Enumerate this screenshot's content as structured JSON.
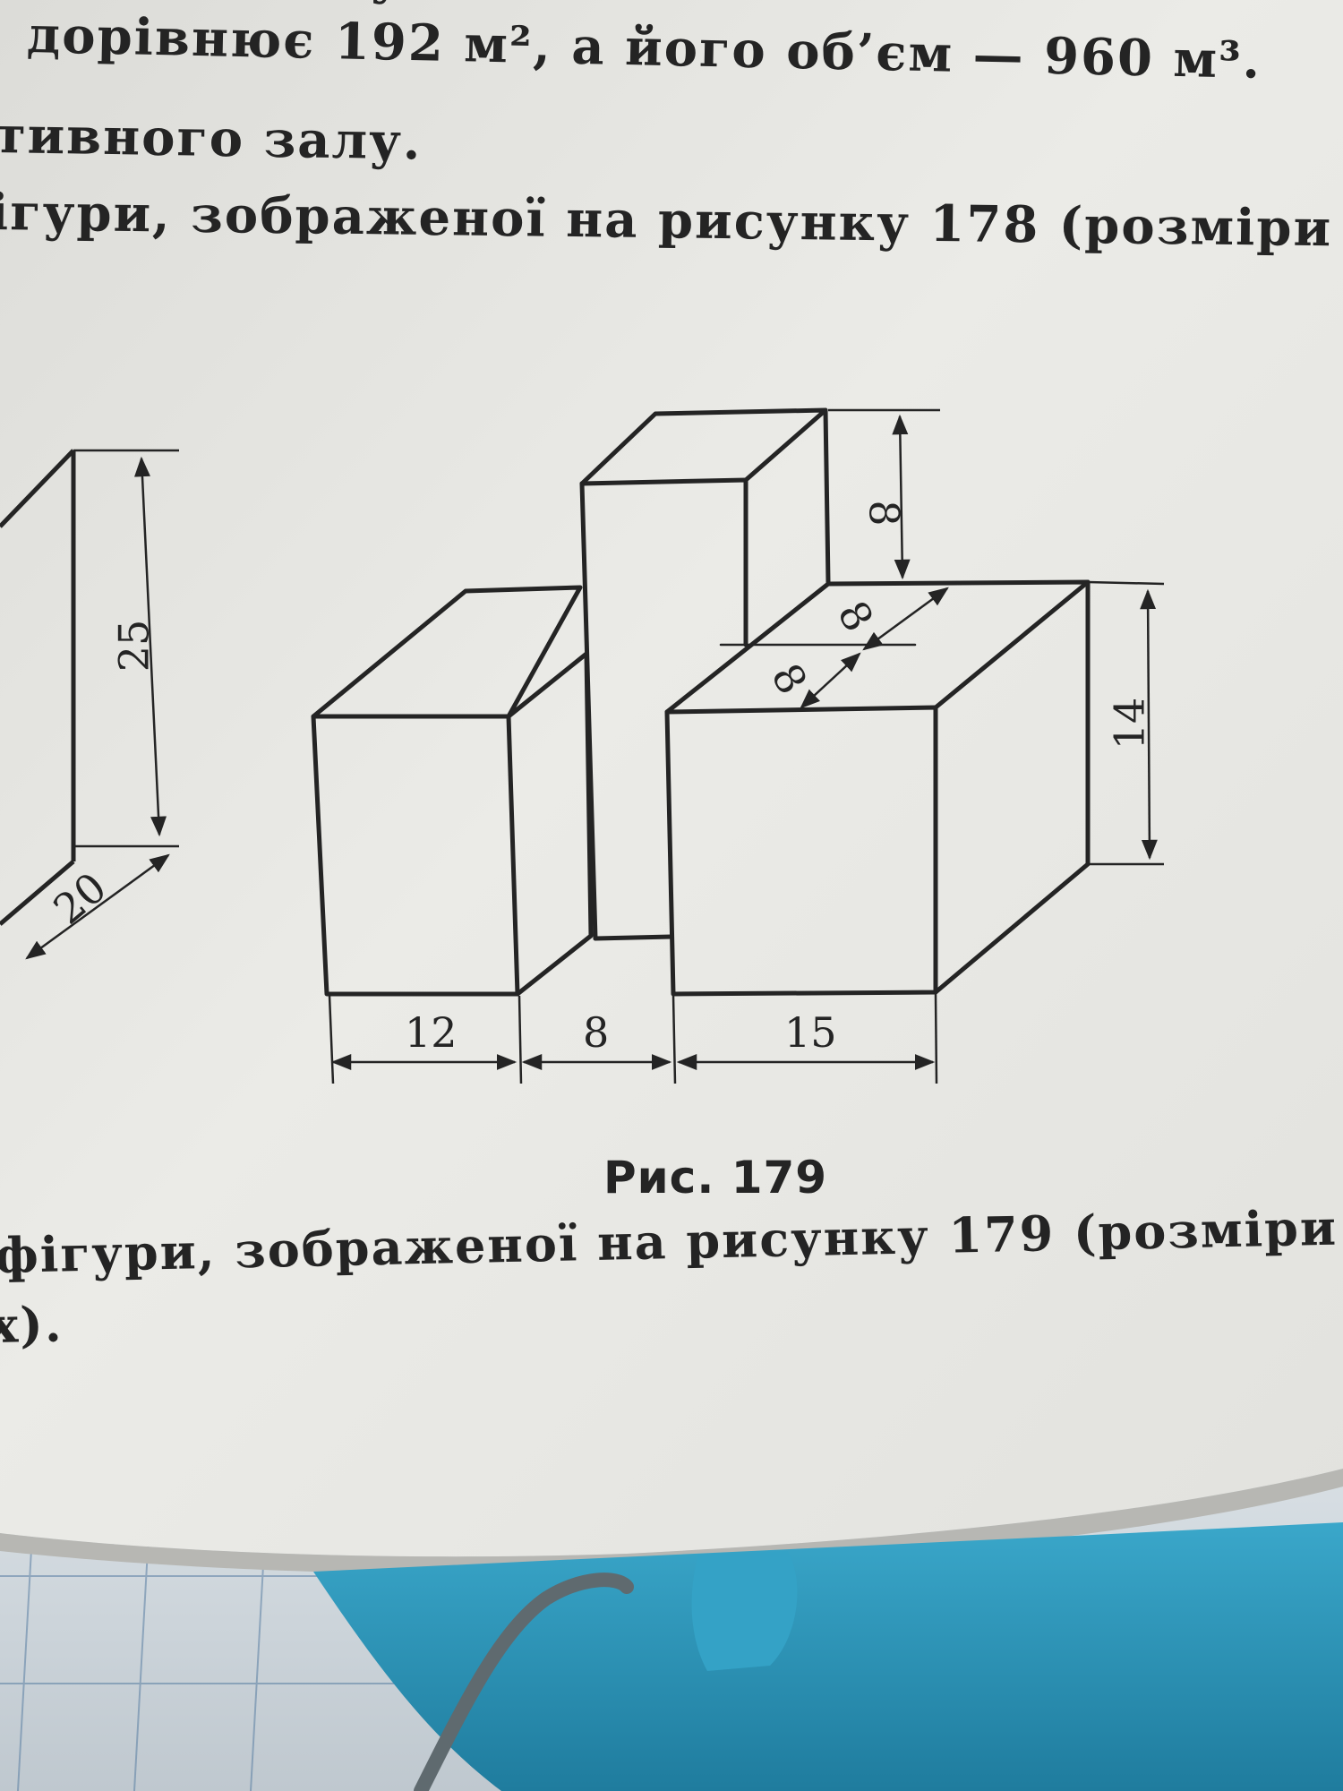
{
  "page_text": {
    "line1": "ортивного                                               кут-",
    "line2": "дорівнює 192 м², а його об’єм — 960 м³.",
    "line3": "тивного залу.",
    "line4": "ігури, зображеної на рисунку 178 (розміри",
    "line5": "фігури, зображеної на рисунку 179 (розміри",
    "line6": "х)."
  },
  "figure": {
    "caption": "Рис. 179",
    "dimensions": {
      "width_left": "12",
      "width_middle": "8",
      "width_right": "15",
      "height_top": "8",
      "height_right": "14",
      "depth_a": "8",
      "depth_b": "8"
    }
  },
  "prev_figure": {
    "height": "25",
    "depth": "20"
  },
  "colors": {
    "paper": "#e9e9e5",
    "ink": "#242424",
    "desk": "#cfd7dd",
    "clip": "#2b93b7"
  }
}
